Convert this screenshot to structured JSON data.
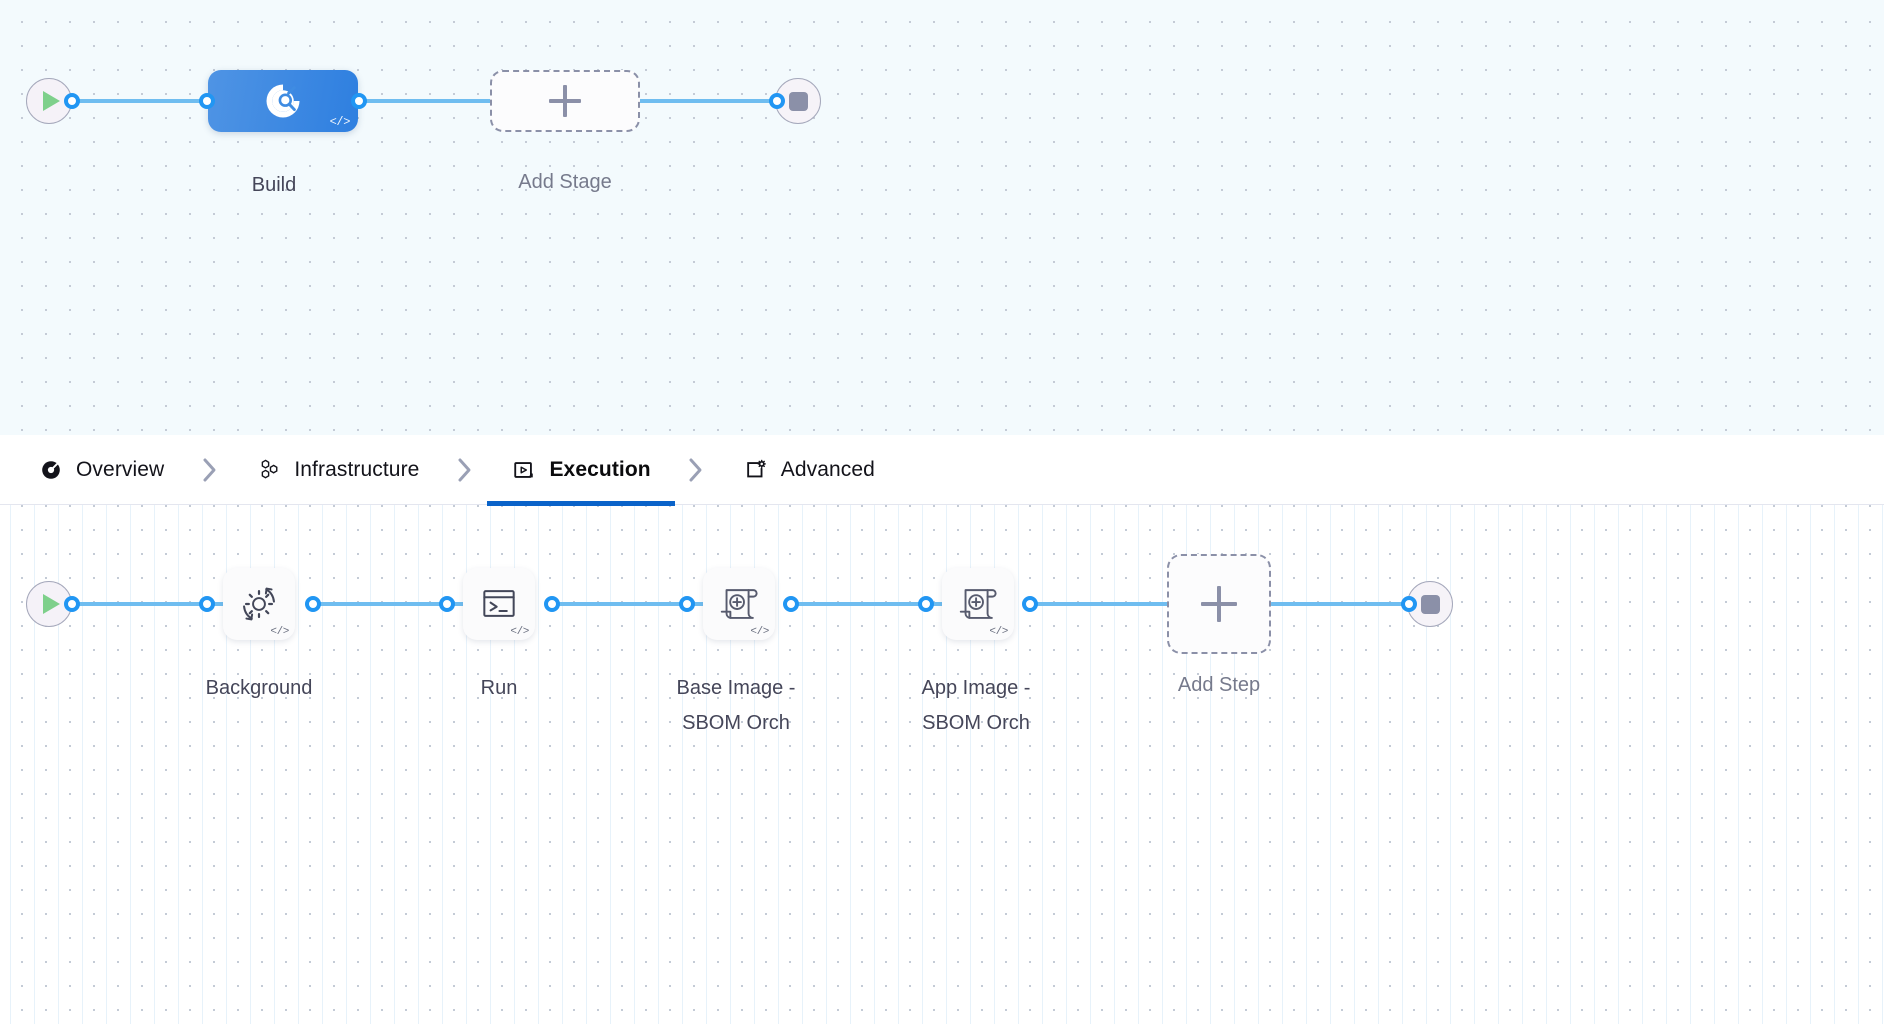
{
  "stage_graph": {
    "start_node": {
      "name": "start-node",
      "icon": "play-icon"
    },
    "end_node": {
      "name": "end-node",
      "icon": "stop-icon"
    },
    "nodes": [
      {
        "id": "build",
        "label": "Build",
        "icon": "ci-build-icon",
        "type": "stage",
        "badge": "</>",
        "selected": true
      },
      {
        "id": "add-stage",
        "label": "Add Stage",
        "icon": "plus-icon",
        "type": "add"
      }
    ]
  },
  "tabs": {
    "separator_icon": "chevron-right-icon",
    "items": [
      {
        "id": "overview",
        "label": "Overview",
        "icon": "overview-pie-icon",
        "active": false
      },
      {
        "id": "infrastructure",
        "label": "Infrastructure",
        "icon": "hexagon-cluster-icon",
        "active": false
      },
      {
        "id": "execution",
        "label": "Execution",
        "icon": "execution-play-box-icon",
        "active": true
      },
      {
        "id": "advanced",
        "label": "Advanced",
        "icon": "window-gear-icon",
        "active": false
      }
    ]
  },
  "step_graph": {
    "start_node": {
      "name": "start-node",
      "icon": "play-icon"
    },
    "end_node": {
      "name": "end-node",
      "icon": "stop-icon"
    },
    "nodes": [
      {
        "id": "background",
        "label": "Background",
        "icon": "gear-refresh-icon",
        "type": "step",
        "badge": "</>"
      },
      {
        "id": "run",
        "label": "Run",
        "icon": "terminal-icon",
        "type": "step",
        "badge": "</>"
      },
      {
        "id": "base-image-sbom",
        "label": "Base Image -\nSBOM Orch",
        "icon": "sbom-scroll-plus-icon",
        "type": "step",
        "badge": "</>"
      },
      {
        "id": "app-image-sbom",
        "label": "App Image -\nSBOM Orch",
        "icon": "sbom-scroll-plus-icon",
        "type": "step",
        "badge": "</>"
      },
      {
        "id": "add-step",
        "label": "Add Step",
        "icon": "plus-icon",
        "type": "add"
      }
    ]
  },
  "colors": {
    "edge": "#6fbdf0",
    "port_ring": "#2196f3",
    "stage_selected": "#2e7fe0",
    "tab_active_underline": "#0a63c9",
    "start_play": "#7ed08b",
    "stop_square": "#8b90a8",
    "dashed_border": "#8b90a8"
  }
}
